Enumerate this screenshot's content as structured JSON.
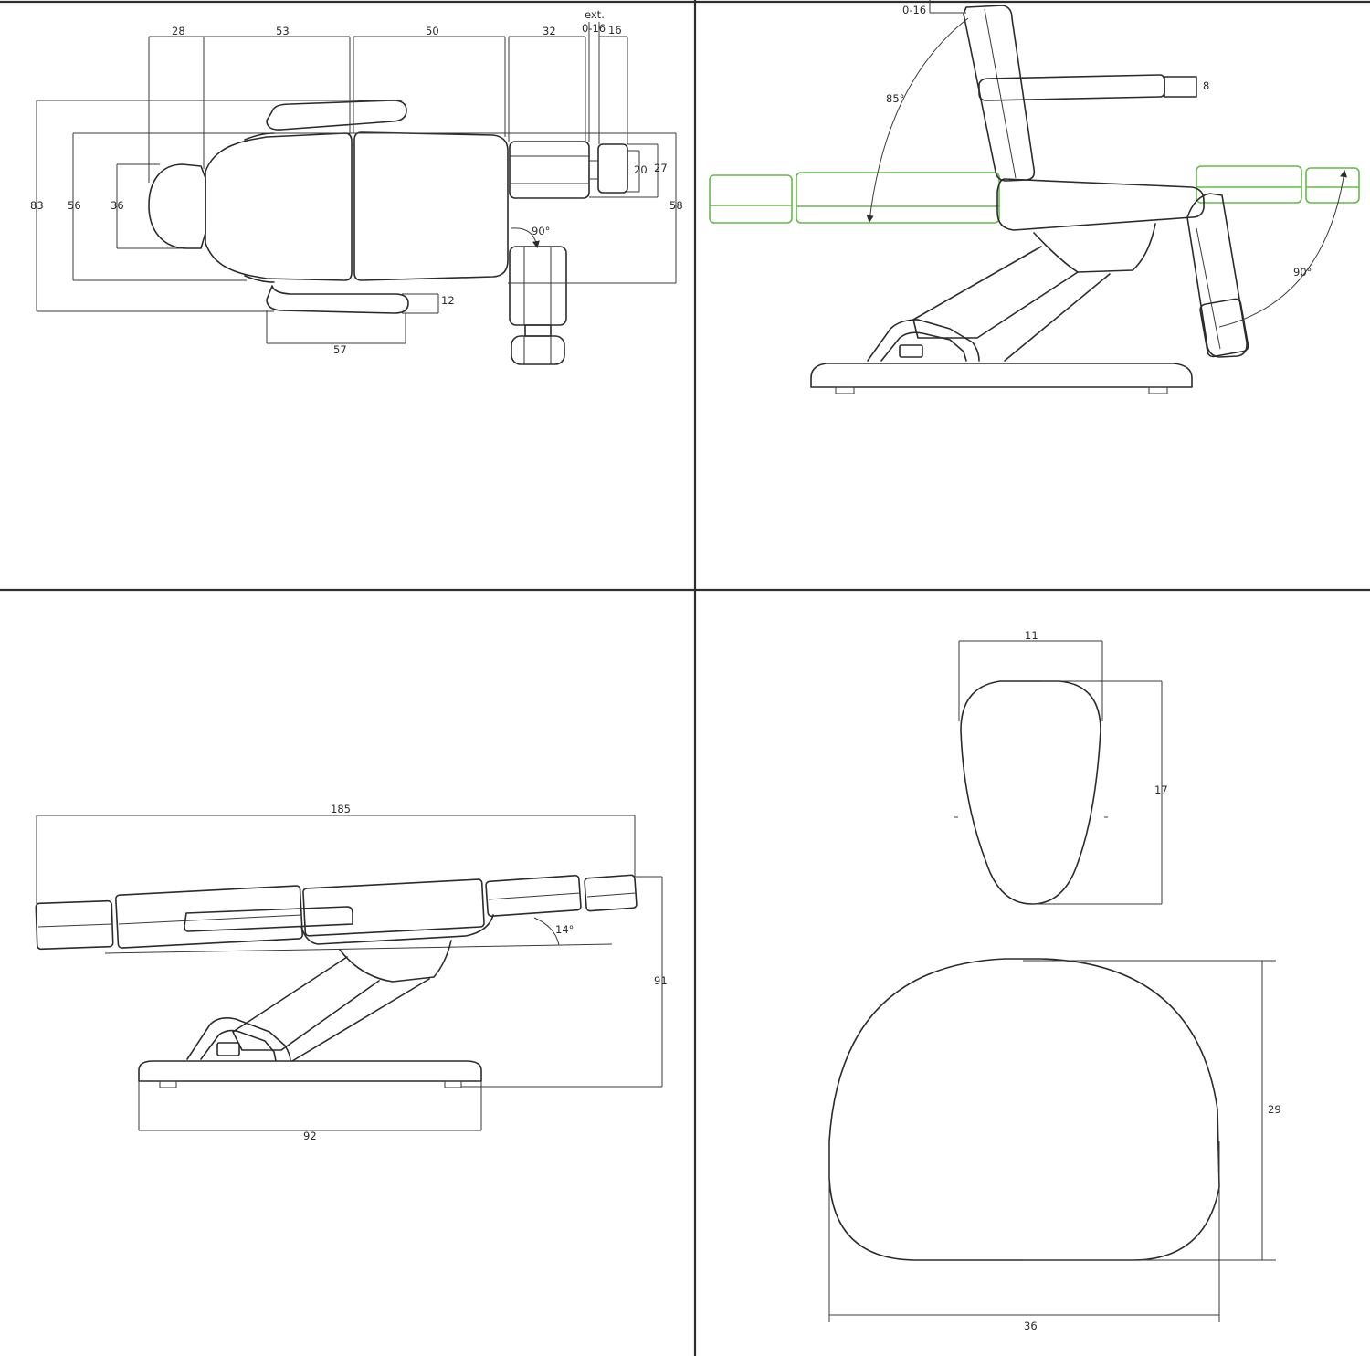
{
  "colors": {
    "line": "#2b2b2b",
    "background": "#ffffff",
    "extension_highlight": "#67b84a"
  },
  "top_view": {
    "labels": {
      "head_len": "28",
      "back_len": "53",
      "seat_len": "50",
      "leg_len": "32",
      "ext_word": "ext.",
      "ext_range": "0-16",
      "foot_len": "16",
      "total_w": "83",
      "body_w": "56",
      "head_w": "36",
      "leg_w": "20",
      "foot_w": "27",
      "right_w": "58",
      "arm_h": "12",
      "arm_len": "57",
      "leg_angle": "90°"
    }
  },
  "side_view": {
    "labels": {
      "ext_range": "0-16",
      "arm_h": "8",
      "back_angle": "85°",
      "leg_angle": "90°"
    }
  },
  "flat_view": {
    "labels": {
      "total_len": "185",
      "tilt_angle": "14°",
      "height": "91",
      "base_len": "92"
    }
  },
  "parts_view": {
    "labels": {
      "head_w": "11",
      "head_h": "17",
      "seat_h": "29",
      "seat_w": "36"
    }
  }
}
